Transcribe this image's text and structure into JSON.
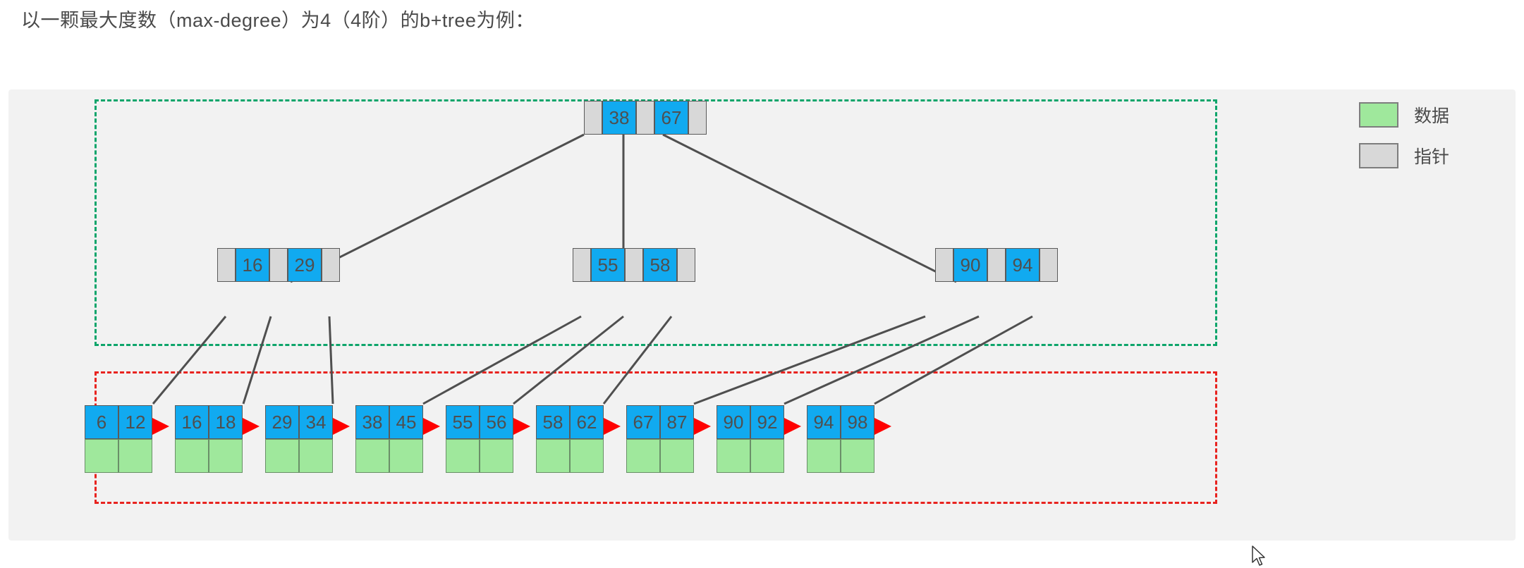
{
  "title": "以一颗最大度数（max-degree）为4（4阶）的b+tree为例：",
  "colors": {
    "key_blue": "#11aaf0",
    "pointer_gray": "#d8d8d8",
    "data_green": "#9fe89c",
    "index_region_border": "#0ea56b",
    "leaf_region_border": "#e8231f",
    "leaf_link_arrow": "#ff0000",
    "edge_line": "#4f4f4f",
    "panel_bg": "#f2f2f2",
    "text": "#4f4f4f"
  },
  "tree": {
    "max_degree": 4,
    "root": {
      "keys": [
        "38",
        "67"
      ],
      "pointers": 3
    },
    "internal": [
      {
        "keys": [
          "16",
          "29"
        ],
        "pointers": 3
      },
      {
        "keys": [
          "55",
          "58"
        ],
        "pointers": 3
      },
      {
        "keys": [
          "90",
          "94"
        ],
        "pointers": 3
      }
    ],
    "leaves": [
      {
        "keys": [
          "6",
          "12"
        ]
      },
      {
        "keys": [
          "16",
          "18"
        ]
      },
      {
        "keys": [
          "29",
          "34"
        ]
      },
      {
        "keys": [
          "38",
          "45"
        ]
      },
      {
        "keys": [
          "55",
          "56"
        ]
      },
      {
        "keys": [
          "58",
          "62"
        ]
      },
      {
        "keys": [
          "67",
          "87"
        ]
      },
      {
        "keys": [
          "90",
          "92"
        ]
      },
      {
        "keys": [
          "94",
          "98"
        ]
      }
    ]
  },
  "legend": {
    "items": [
      {
        "swatch": "data-green",
        "label": "数据"
      },
      {
        "swatch": "pointer-gray",
        "label": "指针"
      }
    ]
  }
}
